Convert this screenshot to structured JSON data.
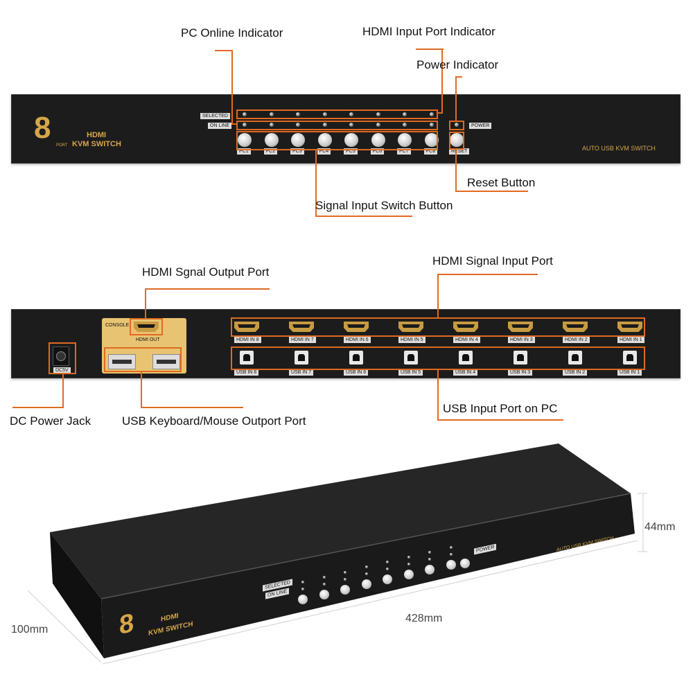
{
  "front_panel": {
    "logo_number": "8",
    "logo_port": "PORT",
    "logo_hdmi": "HDMI",
    "logo_kvm": "KVM SWITCH",
    "brand_right": "AUTO USB KVM SWITCH",
    "selected_label": "SELECTED",
    "online_label": "ON LINE",
    "power_label": "POWER",
    "reset_label": "RESET",
    "buttons": [
      "PC1",
      "PC2",
      "PC3",
      "PC4",
      "PC5",
      "PC6",
      "PC7",
      "PC8"
    ]
  },
  "front_callouts": {
    "pc_online": "PC Online Indicator",
    "hdmi_input_indicator": "HDMI Input Port Indicator",
    "power_indicator": "Power Indicator",
    "reset_button": "Reset Button",
    "signal_switch": "Signal Input Switch Button"
  },
  "rear_panel": {
    "console_label": "CONSOLE",
    "hdmi_out_label": "HDMI OUT",
    "dc_label": "DC5V",
    "hdmi_inputs": [
      "HDMI IN 8",
      "HDMI IN 7",
      "HDMI IN 6",
      "HDMI IN 5",
      "HDMI IN 4",
      "HDMI IN 3",
      "HDMI IN 2",
      "HDMI IN 1"
    ],
    "usb_inputs": [
      "USB IN 8",
      "USB IN 7",
      "USB IN 6",
      "USB IN 5",
      "USB IN 4",
      "USB IN 3",
      "USB IN 2",
      "USB IN 1"
    ]
  },
  "rear_callouts": {
    "hdmi_output": "HDMI Sgnal Output Port",
    "hdmi_input": "HDMI Signal Input Port",
    "dc_jack": "DC Power Jack",
    "usb_kbm": "USB Keyboard/Mouse Outport Port",
    "usb_pc": "USB Input Port on PC"
  },
  "dimensions": {
    "height": "44mm",
    "width": "428mm",
    "depth": "100mm"
  }
}
